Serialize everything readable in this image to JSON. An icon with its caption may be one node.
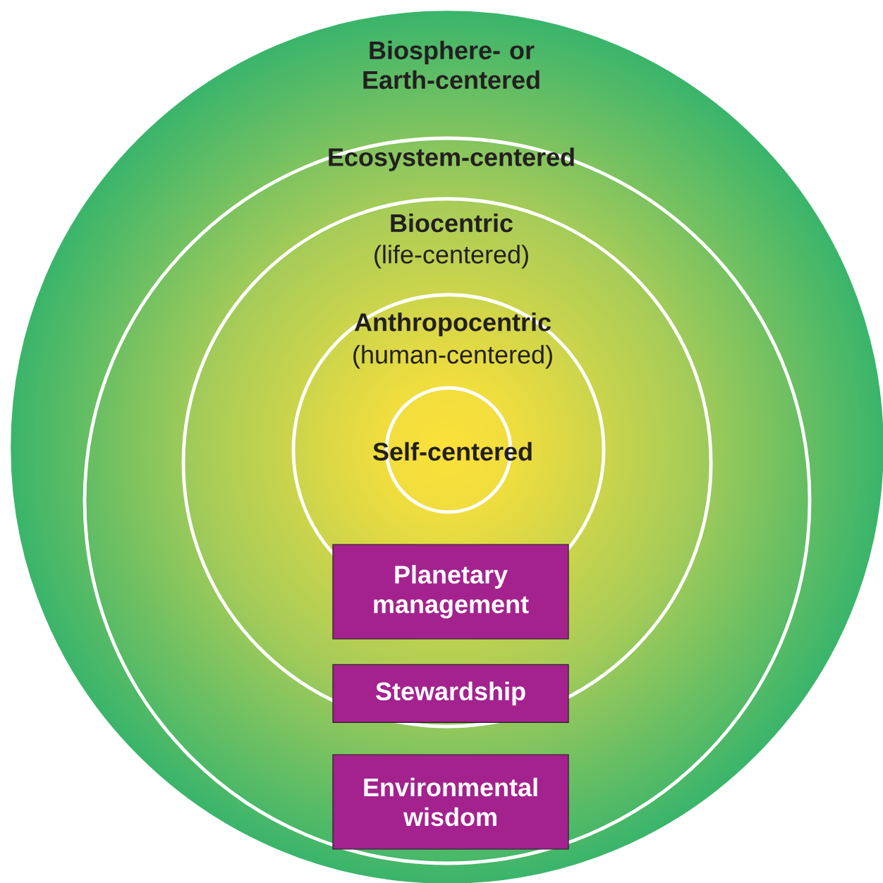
{
  "diagram": {
    "nodes": [
      {
        "text": [
          "Biosphere- or Earth-centered"
        ]
      },
      {
        "text": [
          "Ecosystem-centered"
        ],
        "in": 0
      },
      {
        "text": [
          "Biocentric",
          "(life-centered)"
        ],
        "in": 1
      },
      {
        "text": [
          "Anthropocentric",
          "(human-centered)"
        ],
        "in": 2
      },
      {
        "text": [
          "Self-centered"
        ],
        "in": 3
      },
      {
        "text": [
          "Planetary management"
        ],
        "in": 2
      },
      {
        "text": [
          "Stewardship"
        ],
        "in": 2
      },
      {
        "text": [
          "Environmental wisdom"
        ],
        "in": 1
      }
    ]
  }
}
